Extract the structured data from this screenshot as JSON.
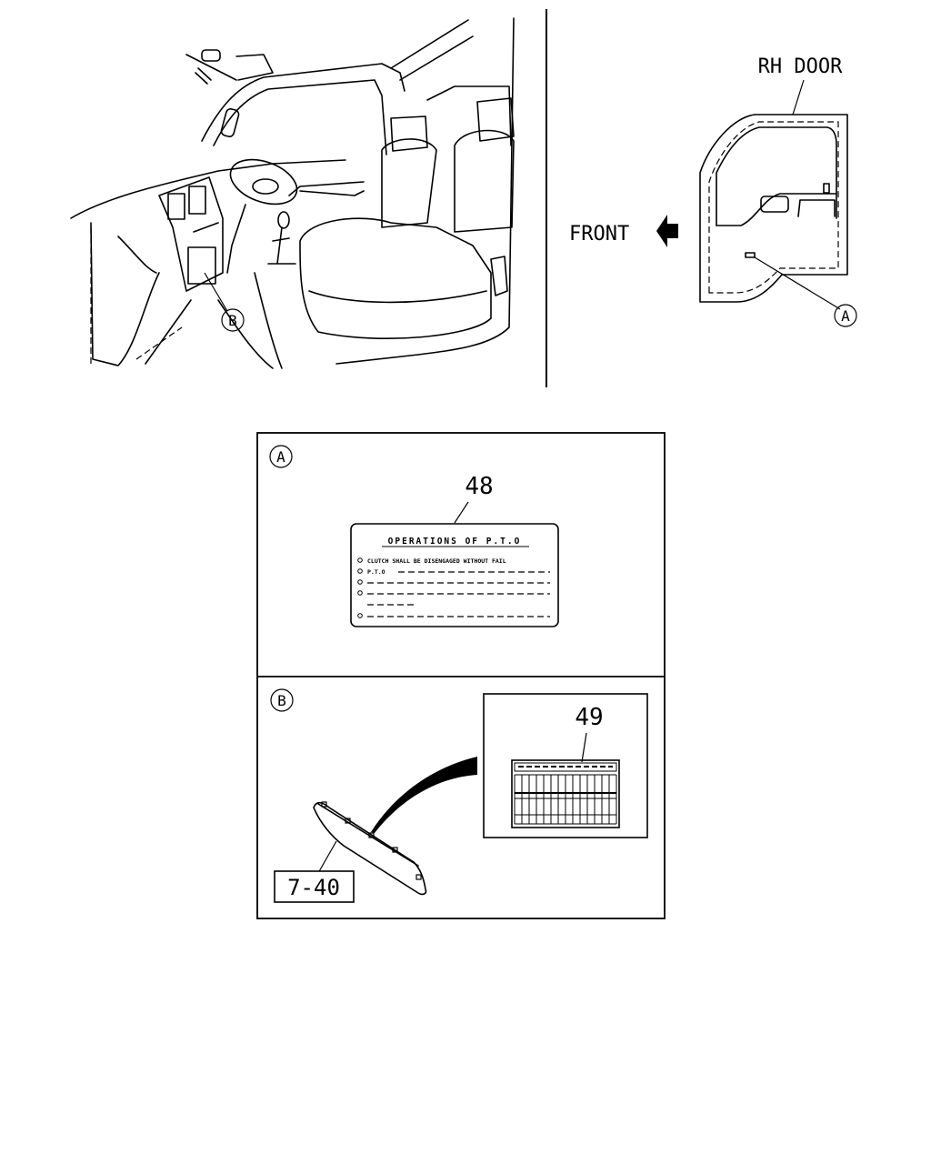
{
  "labels": {
    "rh_door": "RH DOOR",
    "front": "FRONT",
    "callout_a": "A",
    "callout_b": "B",
    "panel_a_marker": "A",
    "panel_b_marker": "B",
    "part_48": "48",
    "part_49": "49",
    "ref_page": "7-40"
  },
  "pto_label": {
    "title": "OPERATIONS OF P.T.O",
    "line1": "CLUTCH SHALL BE DISENGAGED WITHOUT FAIL",
    "line2": "P.T.O"
  },
  "colors": {
    "line": "#000000",
    "background": "#ffffff"
  }
}
